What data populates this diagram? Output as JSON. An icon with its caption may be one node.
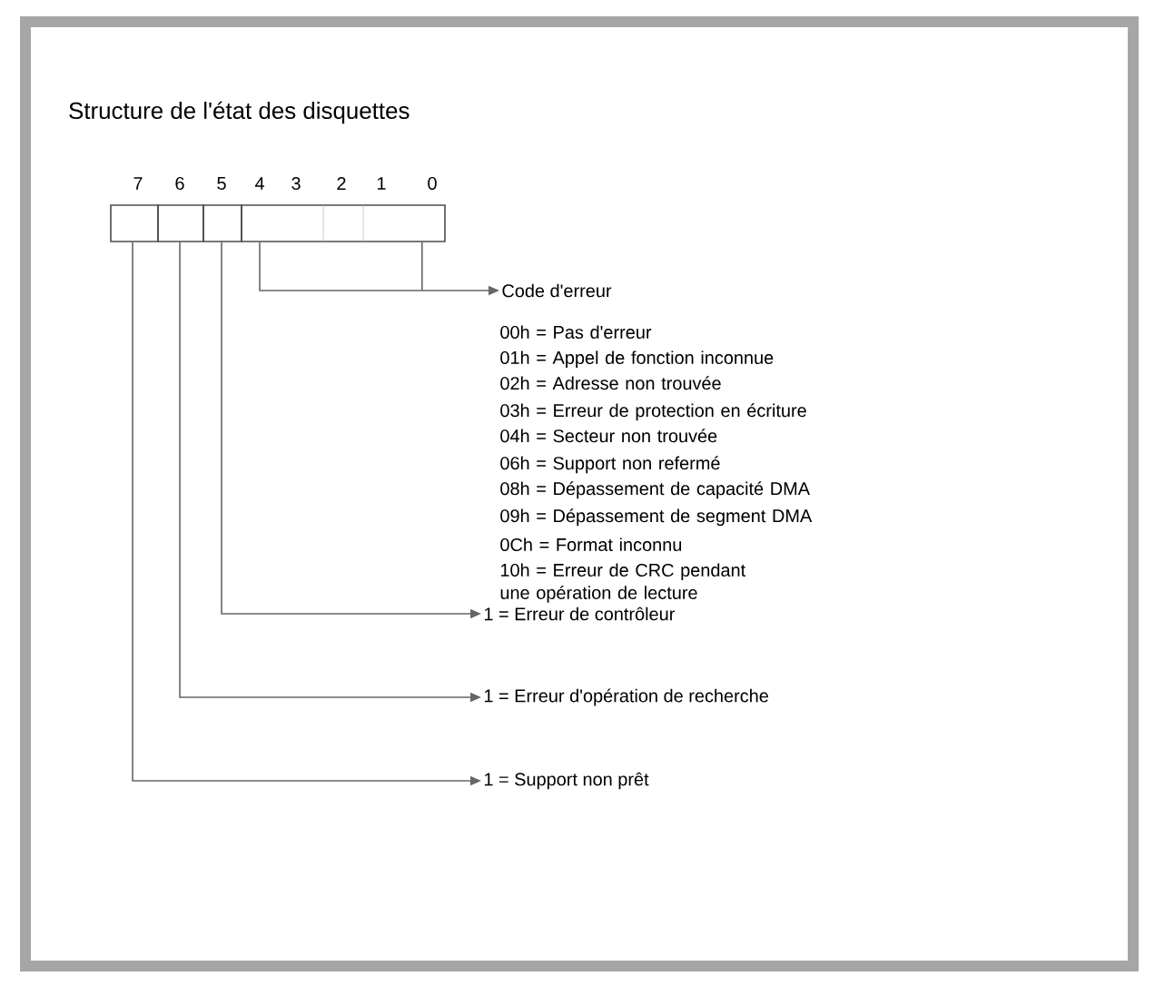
{
  "diagram": {
    "title": "Structure de l'état des disquettes",
    "nodes": [
      {
        "text": [],
        "shape": "box"
      },
      {
        "text": [],
        "shape": "box"
      },
      {
        "text": [],
        "shape": "box"
      },
      {
        "text": [],
        "shape": "box"
      },
      {
        "text": [
          "Code d'erreur"
        ]
      },
      {
        "text": [
          "1 = Erreur de contrôleur"
        ]
      },
      {
        "text": [
          "1 = Erreur d'opération de recherche"
        ]
      },
      {
        "text": [
          "1 = Support non prêt"
        ]
      }
    ],
    "edges": [
      {
        "from": 3,
        "to": 4,
        "arrow": "to"
      },
      {
        "from": 2,
        "to": 5,
        "arrow": "to"
      },
      {
        "from": 1,
        "to": 6,
        "arrow": "to"
      },
      {
        "from": 0,
        "to": 7,
        "arrow": "to"
      }
    ],
    "labels": [
      "7",
      "6",
      "5",
      "4",
      "3",
      "2",
      "1",
      "0",
      "00h = Pas d'erreur",
      "01h = Appel de fonction inconnue",
      "02h = Adresse non trouvée",
      "03h = Erreur de protection en écriture",
      "04h = Secteur non trouvée",
      "06h = Support non refermé",
      "08h = Dépassement de capacité DMA",
      "09h = Dépassement de segment DMA",
      "0Ch = Format inconnu",
      "10h = Erreur de CRC pendant une opération de lecture"
    ]
  }
}
